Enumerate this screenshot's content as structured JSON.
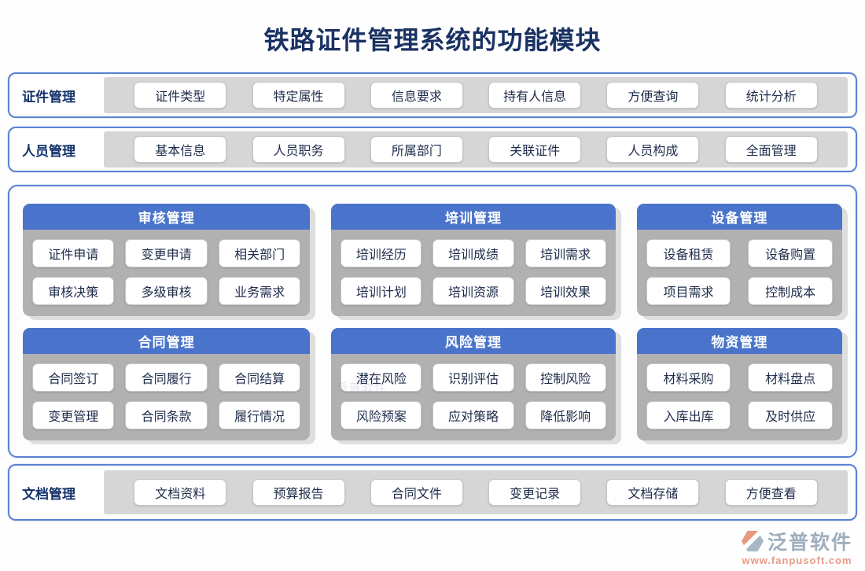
{
  "title": "铁路证件管理系统的功能模块",
  "colors": {
    "accent_blue": "#4a74cb",
    "border_blue": "#5b82d4",
    "panel_gray": "#b1b1b1",
    "strip_gray": "#d6d6d6",
    "navy_text": "#16336b",
    "logo_gray_blue": "#9fadbd",
    "logo_salmon": "#e89a85"
  },
  "bands": [
    {
      "label": "证件管理",
      "items": [
        "证件类型",
        "特定属性",
        "信息要求",
        "持有人信息",
        "方便查询",
        "统计分析"
      ]
    },
    {
      "label": "人员管理",
      "items": [
        "基本信息",
        "人员职务",
        "所属部门",
        "关联证件",
        "人员构成",
        "全面管理"
      ]
    }
  ],
  "panels": [
    {
      "title": "审核管理",
      "items": [
        "证件申请",
        "变更申请",
        "相关部门",
        "审核决策",
        "多级审核",
        "业务需求"
      ]
    },
    {
      "title": "培训管理",
      "items": [
        "培训经历",
        "培训成绩",
        "培训需求",
        "培训计划",
        "培训资源",
        "培训效果"
      ]
    },
    {
      "title": "设备管理",
      "items": [
        "设备租赁",
        "设备购置",
        "项目需求",
        "控制成本"
      ]
    },
    {
      "title": "合同管理",
      "items": [
        "合同签订",
        "合同履行",
        "合同结算",
        "变更管理",
        "合同条款",
        "履行情况"
      ]
    },
    {
      "title": "风险管理",
      "items": [
        "潜在风险",
        "识别评估",
        "控制风险",
        "风险预案",
        "应对策略",
        "降低影响"
      ]
    },
    {
      "title": "物资管理",
      "items": [
        "材料采购",
        "材料盘点",
        "入库出库",
        "及时供应"
      ]
    }
  ],
  "bottom_band": {
    "label": "文档管理",
    "items": [
      "文档资料",
      "预算报告",
      "合同文件",
      "变更记录",
      "文档存储",
      "方便查看"
    ]
  },
  "watermark": "泛普软件",
  "footer": {
    "brand": "泛普软件",
    "url": "www.fanpusoft.com"
  }
}
